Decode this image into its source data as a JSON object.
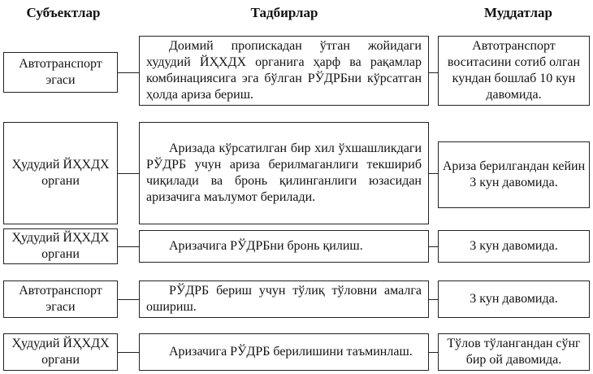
{
  "headers": {
    "subjects": "Субъектлар",
    "actions": "Тадбирлар",
    "terms": "Муддатлар"
  },
  "rows": [
    {
      "subject": "Автотранспорт эгаси",
      "action": "Доимий пропискадан ўтган жойидаги худудий ЙҲХДХ органига ҳарф ва рақамлар комбинациясига эга бўлган РЎДРБни кўрсатган ҳолда ариза бериш.",
      "term": "Автотранспорт воситасини сотиб олган кундан бошлаб 10 кун давомида."
    },
    {
      "subject": "Ҳудудий ЙҲХДХ органи",
      "action": "Аризада кўрсатилган бир хил ўхшашликдаги РЎДРБ учун ариза берилмаганлиги текшириб чиқилади ва бронь қилинганлиги юзасидан аризачига маълумот берилади.",
      "term": "Ариза берилгандан кейин 3 кун давомида."
    },
    {
      "subject": "Ҳудудий ЙҲХДХ органи",
      "action": "Аризачига РЎДРБни бронь қилиш.",
      "term": "3 кун давомида."
    },
    {
      "subject": "Автотранспорт эгаси",
      "action": "РЎДРБ бериш учун тўлиқ тўловни амалга ошириш.",
      "term": "3 кун давомида."
    },
    {
      "subject": "Ҳудудий ЙҲХДХ органи",
      "action": "Аризачига РЎДРБ берилишини таъминлаш.",
      "term": "Тўлов тўлангандан сўнг бир ой давомида."
    }
  ]
}
